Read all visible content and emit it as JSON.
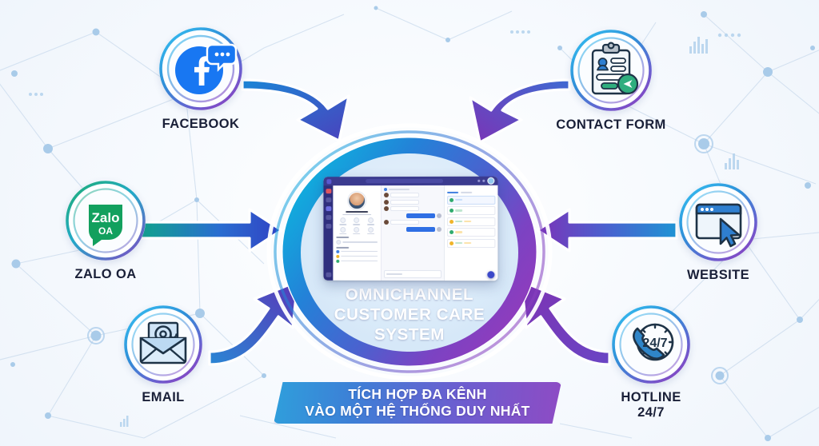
{
  "hub": {
    "title_lines": [
      "OMNICHANNEL",
      "CUSTOMER CARE",
      "SYSTEM"
    ],
    "title_full": "OMNICHANNEL CUSTOMER CARE SYSTEM",
    "ring_gradient": [
      "#1b9fd8",
      "#2f7fd6",
      "#6a5fd0",
      "#8e3fc0"
    ],
    "inner_fill": "#d9eaf9"
  },
  "banner": {
    "line1": "TÍCH HỢP ĐA KÊNH",
    "line2": "VÀO MỘT HỆ THỐNG DUY NHẤT",
    "gradient": [
      "#2f9fdc",
      "#8e4bc4"
    ]
  },
  "channels": [
    {
      "id": "facebook",
      "label": "FACEBOOK",
      "icon": "facebook-icon",
      "brand_color": "#1877F2",
      "position": "top-left"
    },
    {
      "id": "contact-form",
      "label": "CONTACT FORM",
      "icon": "clipboard-form-icon",
      "brand_color": "#2f9e8f",
      "position": "top-right"
    },
    {
      "id": "zalo-oa",
      "label": "ZALO OA",
      "icon": "zalo-oa-icon",
      "icon_text_primary": "Zalo",
      "icon_text_secondary": "OA",
      "brand_color": "#14a05a",
      "position": "left"
    },
    {
      "id": "website",
      "label": "WEBSITE",
      "icon": "browser-window-cursor-icon",
      "brand_color": "#1f3a5f",
      "position": "right"
    },
    {
      "id": "email",
      "label": "EMAIL",
      "icon": "envelope-at-icon",
      "icon_glyph": "@",
      "brand_color": "#8fc2e8",
      "position": "bottom-left"
    },
    {
      "id": "hotline",
      "label": "HOTLINE\n24/7",
      "label_line1": "HOTLINE",
      "label_line2": "24/7",
      "icon": "telephone-clock-icon",
      "icon_text": "24/7",
      "brand_color": "#2f7cc0",
      "position": "bottom-right"
    }
  ],
  "flow_arrows": [
    {
      "from": "facebook",
      "to": "hub",
      "direction": "down-right",
      "colors": [
        "#1f7fd0",
        "#4a4fbe"
      ]
    },
    {
      "from": "contact-form",
      "to": "hub",
      "direction": "down-left",
      "colors": [
        "#4a6fd0",
        "#7a3fb8"
      ]
    },
    {
      "from": "zalo-oa",
      "to": "hub",
      "direction": "right",
      "colors": [
        "#13a08c",
        "#2f57c8"
      ]
    },
    {
      "from": "website",
      "to": "hub",
      "direction": "left",
      "colors": [
        "#2f8fd0",
        "#7a3fb8"
      ]
    },
    {
      "from": "email",
      "to": "hub",
      "direction": "up-right",
      "colors": [
        "#2f7fd0",
        "#5a3fb8"
      ]
    },
    {
      "from": "hotline",
      "to": "hub",
      "direction": "up-left",
      "colors": [
        "#6a4fc8",
        "#7a3fb8"
      ]
    }
  ],
  "dashboard": {
    "name": "omnichannel-dashboard-screenshot",
    "panels": [
      "contact-profile",
      "chat-history",
      "support-tickets"
    ],
    "theme_color": "#3b3b8f"
  },
  "background": {
    "style": "network-constellation",
    "base_color": "#f4f8fd",
    "node_color": "#a9cbe9",
    "line_color": "#cfdeee"
  }
}
